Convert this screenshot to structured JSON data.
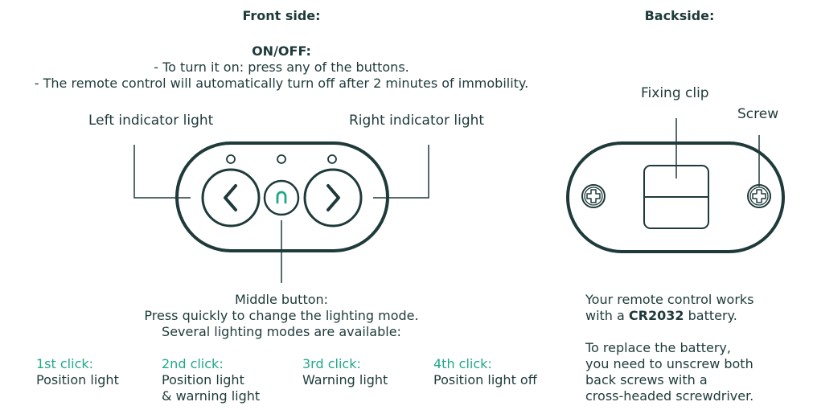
{
  "front": {
    "title": "Front side:",
    "onoff": {
      "heading": "ON/OFF:",
      "line1": "- To turn it on: press any of the buttons.",
      "line2": "- The remote control will automatically turn off after 2 minutes of immobility."
    },
    "left_label": "Left indicator light",
    "right_label": "Right indicator light",
    "middle": {
      "line1": "Middle button:",
      "line2": "Press quickly to change the lighting mode.",
      "line3": "Several lighting modes are available:"
    },
    "clicks": [
      {
        "title": "1st click:",
        "line1": "Position light",
        "line2": ""
      },
      {
        "title": "2nd click:",
        "line1": "Position light",
        "line2": "& warning light"
      },
      {
        "title": "3rd click:",
        "line1": "Warning light",
        "line2": ""
      },
      {
        "title": "4th click:",
        "line1": "Position light off",
        "line2": ""
      }
    ]
  },
  "back": {
    "title": "Backside:",
    "clip_label": "Fixing clip",
    "screw_label": "Screw",
    "battery": {
      "line1": "Your remote control works",
      "line2_pre": "with a ",
      "line2_bold": "CR2032",
      "line2_post": " battery.",
      "line3": "To replace the battery,",
      "line4": "you need to unscrew both",
      "line5": "back screws with a",
      "line6": "cross-headed screwdriver."
    }
  },
  "colors": {
    "ink": "#1f3a3a",
    "accent": "#1fa88a"
  },
  "icons": [
    "chevron-left-icon",
    "chevron-right-icon",
    "mode-icon",
    "screw-icon"
  ]
}
